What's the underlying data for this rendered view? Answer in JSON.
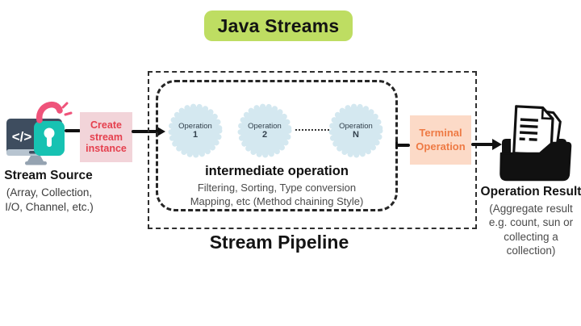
{
  "title": "Java Streams",
  "source": {
    "label": "Stream Source",
    "sublabel": "(Array, Collection,\nI/O, Channel, etc.)"
  },
  "create_instance": {
    "label": "Create\nstream\ninstance"
  },
  "pipeline": {
    "label": "Stream Pipeline",
    "operations": [
      {
        "name": "Operation",
        "number": "1"
      },
      {
        "name": "Operation",
        "number": "2"
      },
      {
        "name": "Operation",
        "number": "N"
      }
    ],
    "intermediate": {
      "title": "intermediate operation",
      "desc": "Filtering, Sorting, Type conversion\nMapping, etc (Method chaining Style)"
    }
  },
  "terminal": {
    "label": "Terminal\nOperation"
  },
  "result": {
    "label": "Operation Result",
    "sublabel": "(Aggregate result\ne.g. count, sun or\ncollecting a\ncollection)"
  },
  "colors": {
    "title_bg": "#bedd62",
    "create_bg": "#f2d4d9",
    "create_text": "#e5404e",
    "terminal_bg": "#fcdac7",
    "terminal_text": "#ee7a44",
    "operation_circle_fill": "#d4e8f0",
    "monitor_body": "#3e4d5f",
    "lock_body": "#17c2b2",
    "lock_shackle": "#ef537a",
    "ink": "#111111"
  }
}
